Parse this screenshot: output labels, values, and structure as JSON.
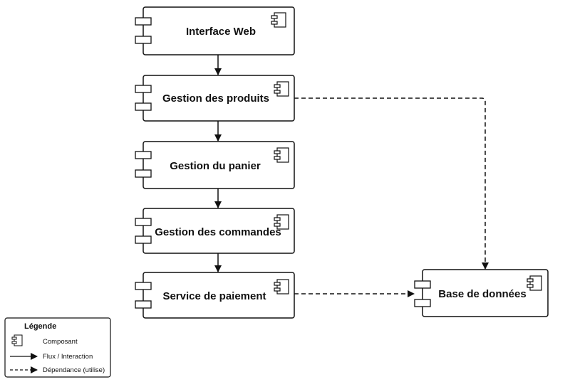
{
  "components": {
    "web": "Interface Web",
    "produits": "Gestion des produits",
    "panier": "Gestion du panier",
    "commandes": "Gestion des commandes",
    "paiement": "Service de paiement",
    "bdd": "Base de données"
  },
  "legend": {
    "title": "Légende",
    "composant": "Composant",
    "flux": "Flux / Interaction",
    "dependance": "Dépendance (utilise)"
  },
  "relations": [
    {
      "from": "Interface Web",
      "to": "Gestion des produits",
      "kind": "flux"
    },
    {
      "from": "Gestion des produits",
      "to": "Gestion du panier",
      "kind": "flux"
    },
    {
      "from": "Gestion du panier",
      "to": "Gestion des commandes",
      "kind": "flux"
    },
    {
      "from": "Gestion des commandes",
      "to": "Service de paiement",
      "kind": "flux"
    },
    {
      "from": "Gestion des produits",
      "to": "Base de données",
      "kind": "dependance"
    },
    {
      "from": "Service de paiement",
      "to": "Base de données",
      "kind": "dependance"
    }
  ]
}
